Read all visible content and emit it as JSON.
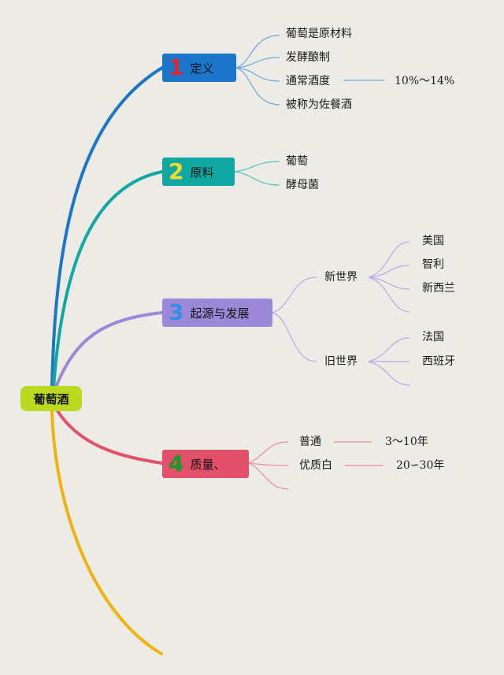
{
  "root": {
    "label": "葡萄酒"
  },
  "branches": [
    {
      "num": "1",
      "label": "定义",
      "colors": {
        "box": "#1b76c9",
        "num": "#e0252c",
        "line": "#1b76c9",
        "leaf": "#6da9dc"
      },
      "leaves": [
        "葡萄是原材料",
        "发酵酿制",
        "通常酒度",
        "被称为佐餐酒"
      ],
      "value": "10%～14%"
    },
    {
      "num": "2",
      "label": "原料",
      "colors": {
        "box": "#11a7a3",
        "num": "#f2dc2b",
        "line": "#11a7a3",
        "leaf": "#57c4bf"
      },
      "leaves": [
        "葡萄",
        "酵母菌"
      ]
    },
    {
      "num": "3",
      "label": "起源与发展",
      "colors": {
        "box": "#9c88d9",
        "num": "#2f8fe0",
        "line": "#9c88d9",
        "leaf": "#b6a8e6"
      },
      "groups": [
        {
          "label": "新世界",
          "items": [
            "美国",
            "智利",
            "新西兰"
          ]
        },
        {
          "label": "旧世界",
          "items": [
            "法国",
            "西班牙"
          ]
        }
      ]
    },
    {
      "num": "4",
      "label": "质量、",
      "colors": {
        "box": "#e2506a",
        "num": "#179a2c",
        "line": "#e2506a",
        "leaf": "#eb8a9b"
      },
      "leaves": [
        "普通",
        "优质白"
      ],
      "values": [
        "3～10年",
        "20∽30年"
      ]
    }
  ],
  "extra_branch_color": "#f0b20d"
}
